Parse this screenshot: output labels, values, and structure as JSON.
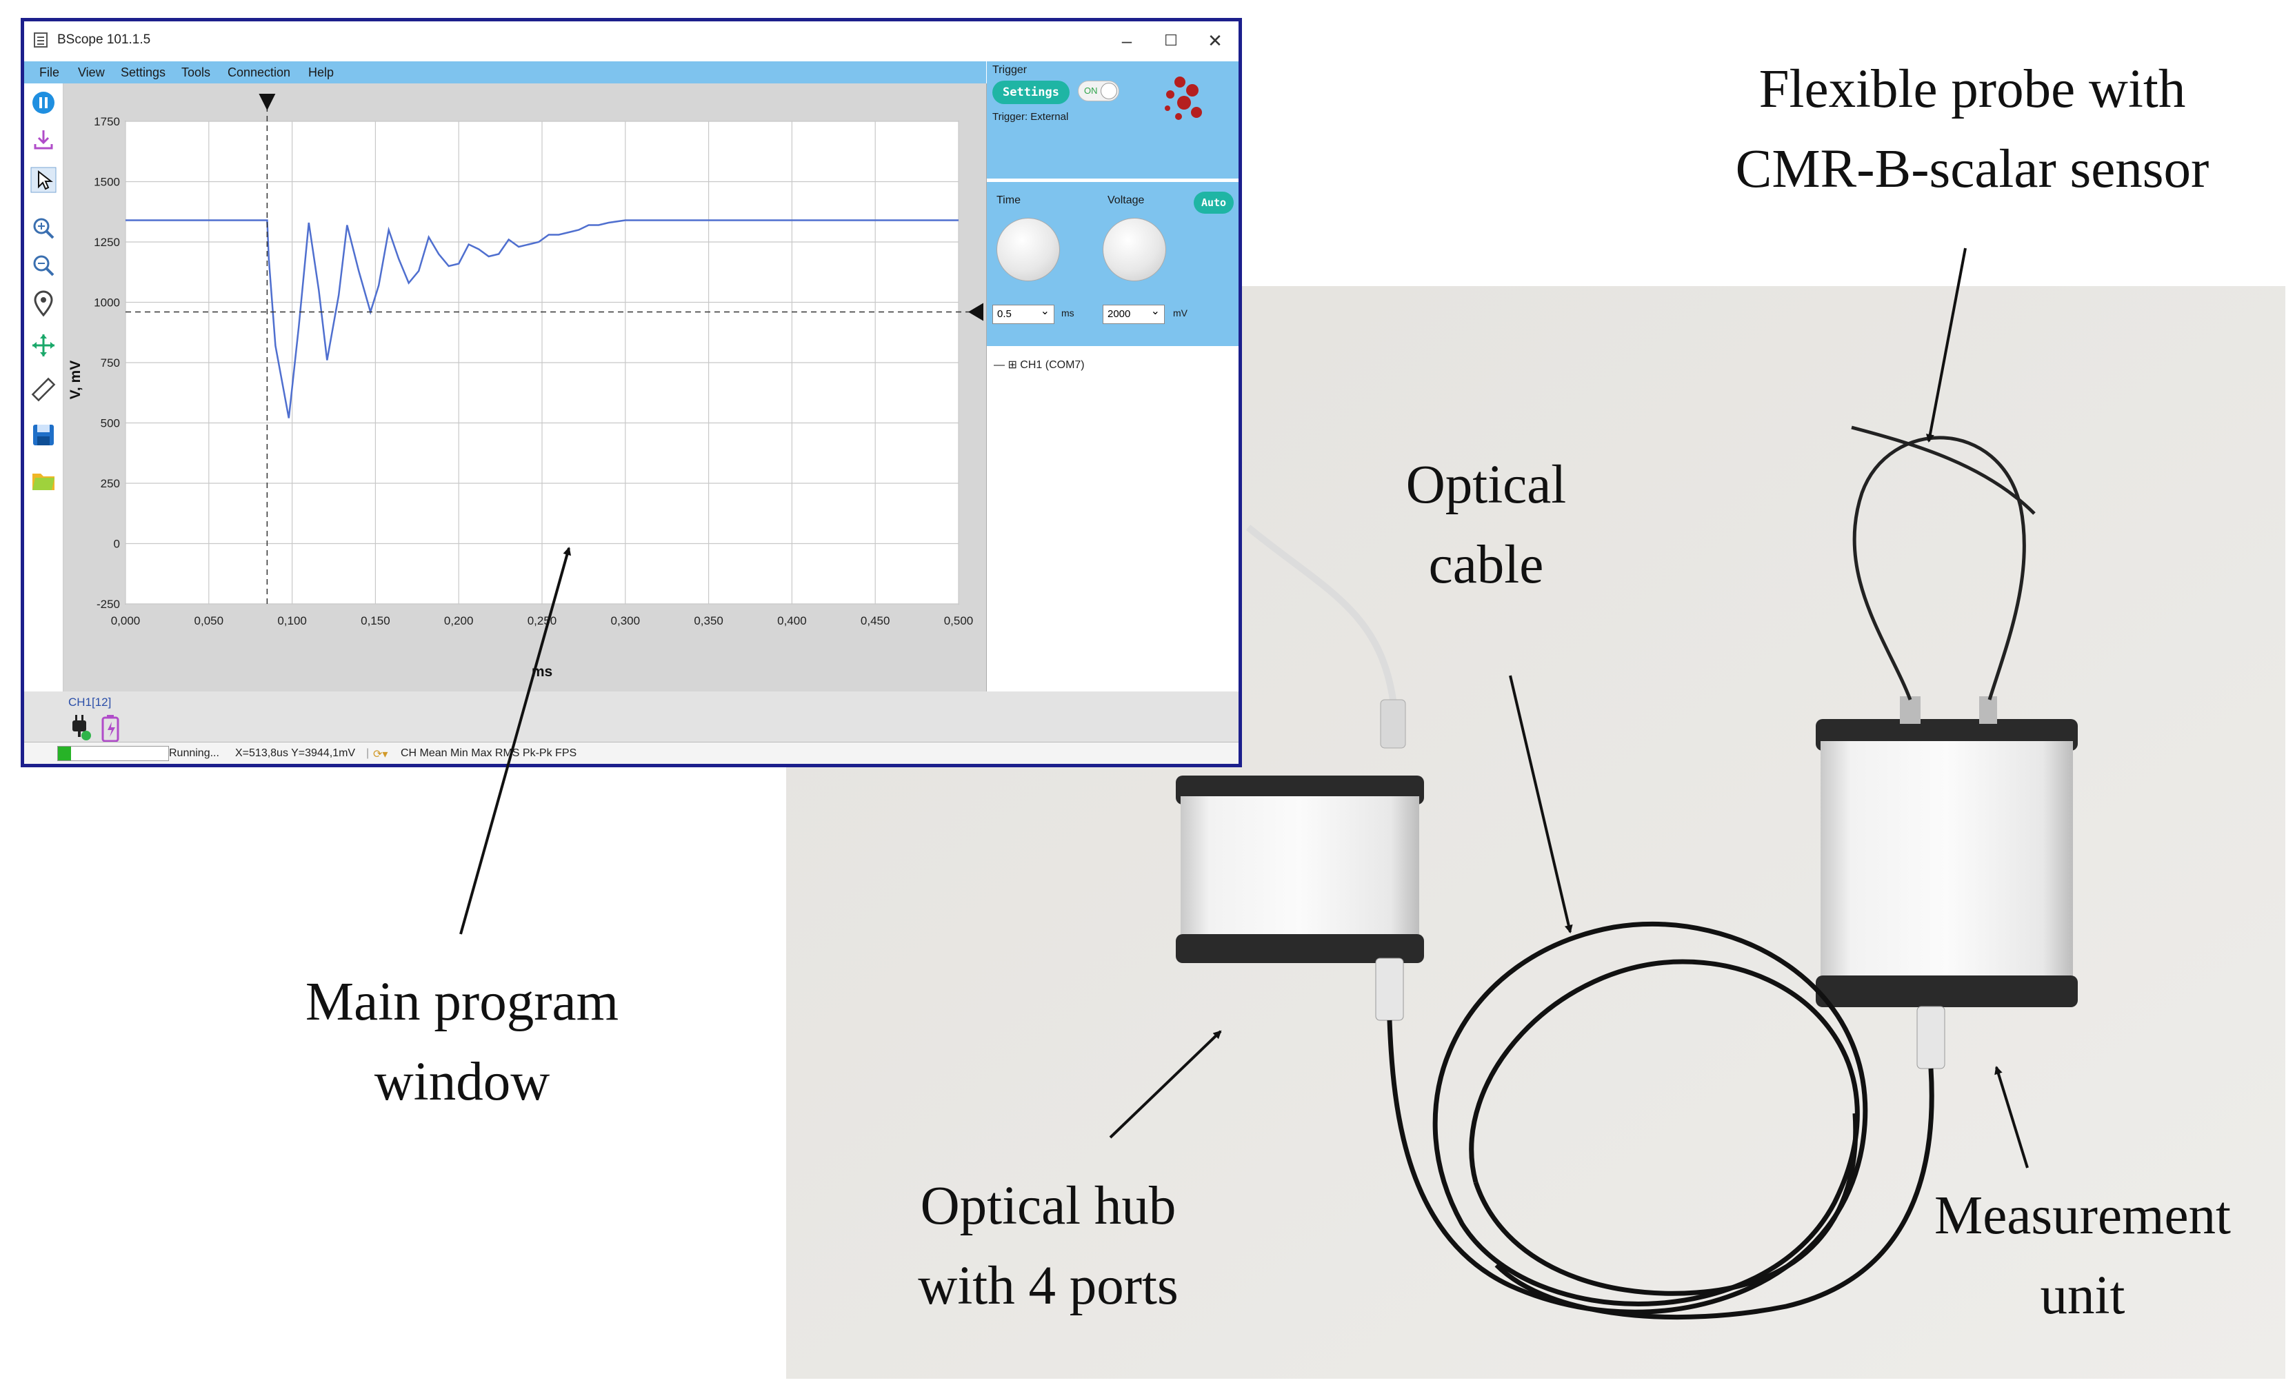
{
  "window": {
    "title": "BScope 101.1.5",
    "controls": {
      "minimize": "–",
      "maximize": "☐",
      "close": "✕"
    }
  },
  "menu": [
    "File",
    "View",
    "Settings",
    "Tools",
    "Connection",
    "Help"
  ],
  "toolbar_icons": [
    "pause-icon",
    "export-icon",
    "cursor-icon",
    "zoom-in-icon",
    "zoom-out-icon",
    "marker-pin-icon",
    "fit-arrows-icon",
    "ruler-icon",
    "save-icon",
    "folder-icon"
  ],
  "trigger_panel": {
    "title": "Trigger",
    "settings_button": "Settings",
    "toggle_label": "ON",
    "toggle_on": true,
    "trigger_source": "Trigger: External"
  },
  "controls_panel": {
    "time_label": "Time",
    "voltage_label": "Voltage",
    "auto_button": "Auto",
    "time_value": "0.5",
    "time_unit": "ms",
    "voltage_value": "2000",
    "voltage_unit": "mV"
  },
  "channel_tree": {
    "item": "CH1 (COM7)"
  },
  "bottom_panel": {
    "channel_label": "CH1[12]"
  },
  "status_bar": {
    "state": "Running...",
    "cursor": "X=513,8us Y=3944,1mV",
    "columns": "CH   Mean    Min    Max   RMS    Pk-Pk   FPS"
  },
  "chart_data": {
    "type": "line",
    "xlabel": "ms",
    "ylabel": "V, mV",
    "xlim": [
      0,
      0.5
    ],
    "ylim": [
      -250,
      1750
    ],
    "x_ticks": [
      "0,000",
      "0,050",
      "0,100",
      "0,150",
      "0,200",
      "0,250",
      "0,300",
      "0,350",
      "0,400",
      "0,450",
      "0,500"
    ],
    "y_ticks": [
      "1750",
      "1500",
      "1250",
      "1000",
      "750",
      "500",
      "250",
      "0",
      "-250"
    ],
    "trigger_x": 0.085,
    "trigger_level": 960,
    "grid": true,
    "series": [
      {
        "color": "#4f6fcf",
        "x": [
          0,
          0.085,
          0.086,
          0.09,
          0.098,
          0.104,
          0.11,
          0.116,
          0.121,
          0.128,
          0.133,
          0.14,
          0.147,
          0.152,
          0.158,
          0.164,
          0.17,
          0.176,
          0.182,
          0.188,
          0.194,
          0.2,
          0.206,
          0.212,
          0.218,
          0.224,
          0.23,
          0.236,
          0.242,
          0.248,
          0.254,
          0.26,
          0.266,
          0.272,
          0.278,
          0.284,
          0.29,
          0.3,
          0.5
        ],
        "y": [
          1340,
          1340,
          1180,
          820,
          520,
          900,
          1330,
          1050,
          760,
          1030,
          1320,
          1130,
          960,
          1070,
          1300,
          1180,
          1080,
          1130,
          1270,
          1200,
          1150,
          1160,
          1240,
          1220,
          1190,
          1200,
          1260,
          1230,
          1240,
          1250,
          1280,
          1280,
          1290,
          1300,
          1320,
          1320,
          1330,
          1340,
          1340
        ]
      }
    ]
  },
  "labels": {
    "probe": [
      "Flexible probe with",
      "CMR-B-scalar sensor"
    ],
    "optical_cable": [
      "Optical",
      "cable"
    ],
    "main_window": [
      "Main program",
      "window"
    ],
    "optical_hub": [
      "Optical hub",
      "with 4 ports"
    ],
    "measurement_unit": [
      "Measurement",
      "unit"
    ]
  }
}
